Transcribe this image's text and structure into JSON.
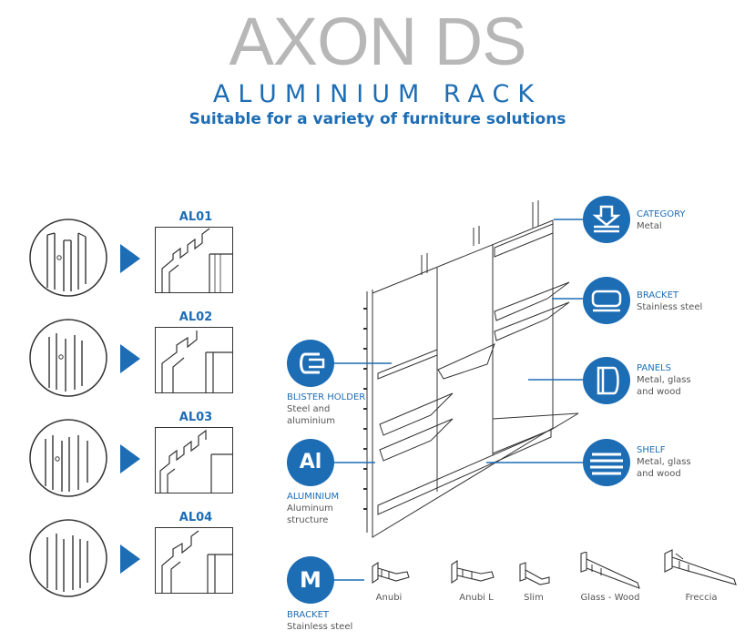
{
  "header": {
    "title": "AXON DS",
    "subtitle": "ALUMINIUM RACK",
    "tagline": "Suitable for a variety of furniture solutions"
  },
  "profiles": [
    {
      "label": "AL01"
    },
    {
      "label": "AL02"
    },
    {
      "label": "AL03"
    },
    {
      "label": "AL04"
    }
  ],
  "features_right": [
    {
      "title": "CATEGORY",
      "desc": "Metal",
      "icon": "tray-down-icon"
    },
    {
      "title": "BRACKET",
      "desc": "Stainless steel",
      "icon": "bracket-tray-icon"
    },
    {
      "title": "PANELS",
      "desc": "Metal, glass\nand wood",
      "icon": "panel-icon"
    },
    {
      "title": "SHELF",
      "desc": "Metal, glass\nand wood",
      "icon": "shelf-lines-icon"
    }
  ],
  "features_left": [
    {
      "title": "BLISTER HOLDER",
      "desc": "Steel and\naluminium",
      "icon": "blister-holder-icon"
    },
    {
      "title": "ALUMINIUM",
      "desc": "Aluminum\nstructure",
      "icon": "al-icon",
      "badge": "Al"
    },
    {
      "title": "BRACKET",
      "desc": "Stainless steel",
      "icon": "m-icon",
      "badge": "M"
    }
  ],
  "brackets": [
    {
      "label": "Anubi"
    },
    {
      "label": "Anubi L"
    },
    {
      "label": "Slim"
    },
    {
      "label": "Glass - Wood"
    },
    {
      "label": "Freccia"
    }
  ],
  "colors": {
    "accent": "#1d6db5",
    "title_gray": "#b7b7b7",
    "line": "#333333"
  }
}
